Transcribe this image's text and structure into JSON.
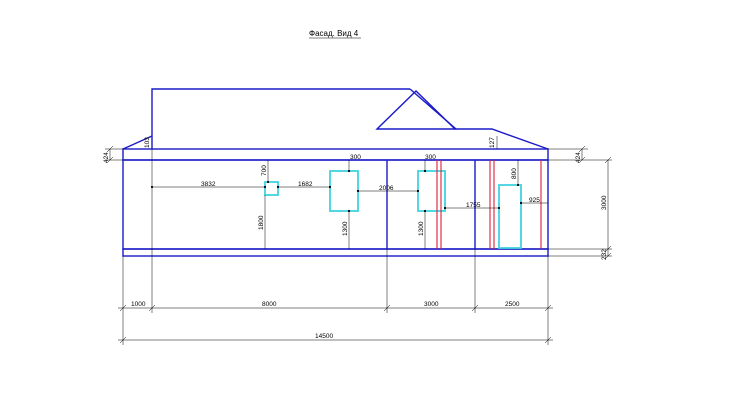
{
  "title": "Фасад. Вид 4",
  "colors": {
    "walls": "#1a1ac8",
    "windows": "#3fd3e0",
    "accent": "#e0203a",
    "dimensions": "#000000"
  },
  "dimensions": {
    "left_top": "424",
    "roof_slope": "103",
    "right_top": "424",
    "mid_small": "127",
    "win1_top_gap": "700",
    "win2_top": "300",
    "win3_top": "300",
    "win4_top": "800",
    "horiz_3832": "3832",
    "horiz_1682": "1682",
    "horiz_2006": "2006",
    "horiz_1755": "1755",
    "horiz_925": "925",
    "vert_1800": "1800",
    "vert_1300a": "1300",
    "vert_1300b": "1300",
    "height_3000": "3000",
    "base_232": "232",
    "bottom_1000": "1000",
    "bottom_8000": "8000",
    "bottom_3000": "3000",
    "bottom_2500": "2500",
    "total_14500": "14500"
  }
}
